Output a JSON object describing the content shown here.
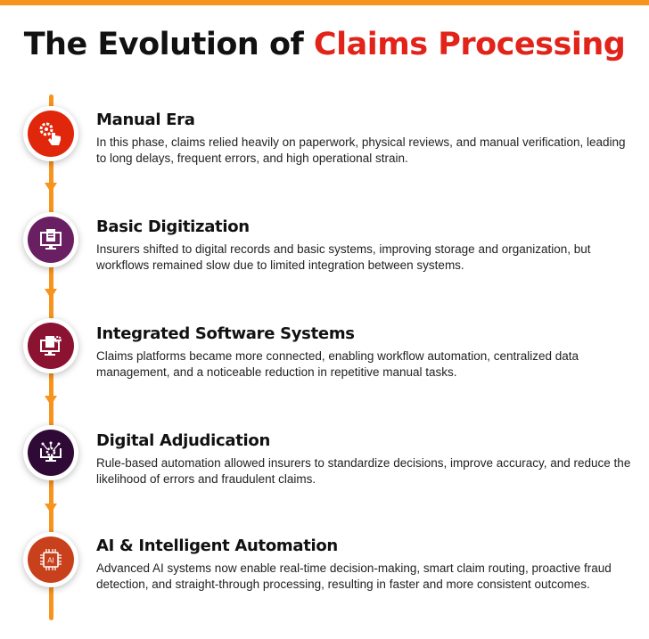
{
  "title": {
    "main": "The Evolution of ",
    "accent": "Claims Processing"
  },
  "colors": {
    "accent": "#e2231a",
    "timeline": "#f7941d"
  },
  "stages": [
    {
      "title": "Manual Era",
      "text": "In this phase, claims relied heavily on paperwork, physical reviews, and manual verification, leading to long delays, frequent errors, and high operational strain.",
      "icon": "gear-hand-icon",
      "color": "#e0260b"
    },
    {
      "title": "Basic Digitization",
      "text": "Insurers shifted to digital records and basic systems, improving storage and organization, but workflows remained slow due to limited integration between systems.",
      "icon": "monitor-document-icon",
      "color": "#6a1f63"
    },
    {
      "title": "Integrated Software Systems",
      "text": "Claims platforms became more connected, enabling workflow automation, centralized data management, and a noticeable reduction in repetitive manual tasks.",
      "icon": "monitor-document-gear-icon",
      "color": "#8c1232"
    },
    {
      "title": "Digital Adjudication",
      "text": "Rule-based automation allowed insurers to standardize decisions, improve accuracy, and reduce the likelihood of errors and fraudulent claims.",
      "icon": "monitor-gear-network-icon",
      "color": "#300a37"
    },
    {
      "title": "AI & Intelligent Automation",
      "text": "Advanced AI systems now enable real-time decision-making, smart claim routing, proactive fraud detection, and straight-through processing, resulting in faster and more consistent outcomes.",
      "icon": "ai-chip-icon",
      "color": "#c8401c",
      "chip_label": "AI"
    }
  ]
}
